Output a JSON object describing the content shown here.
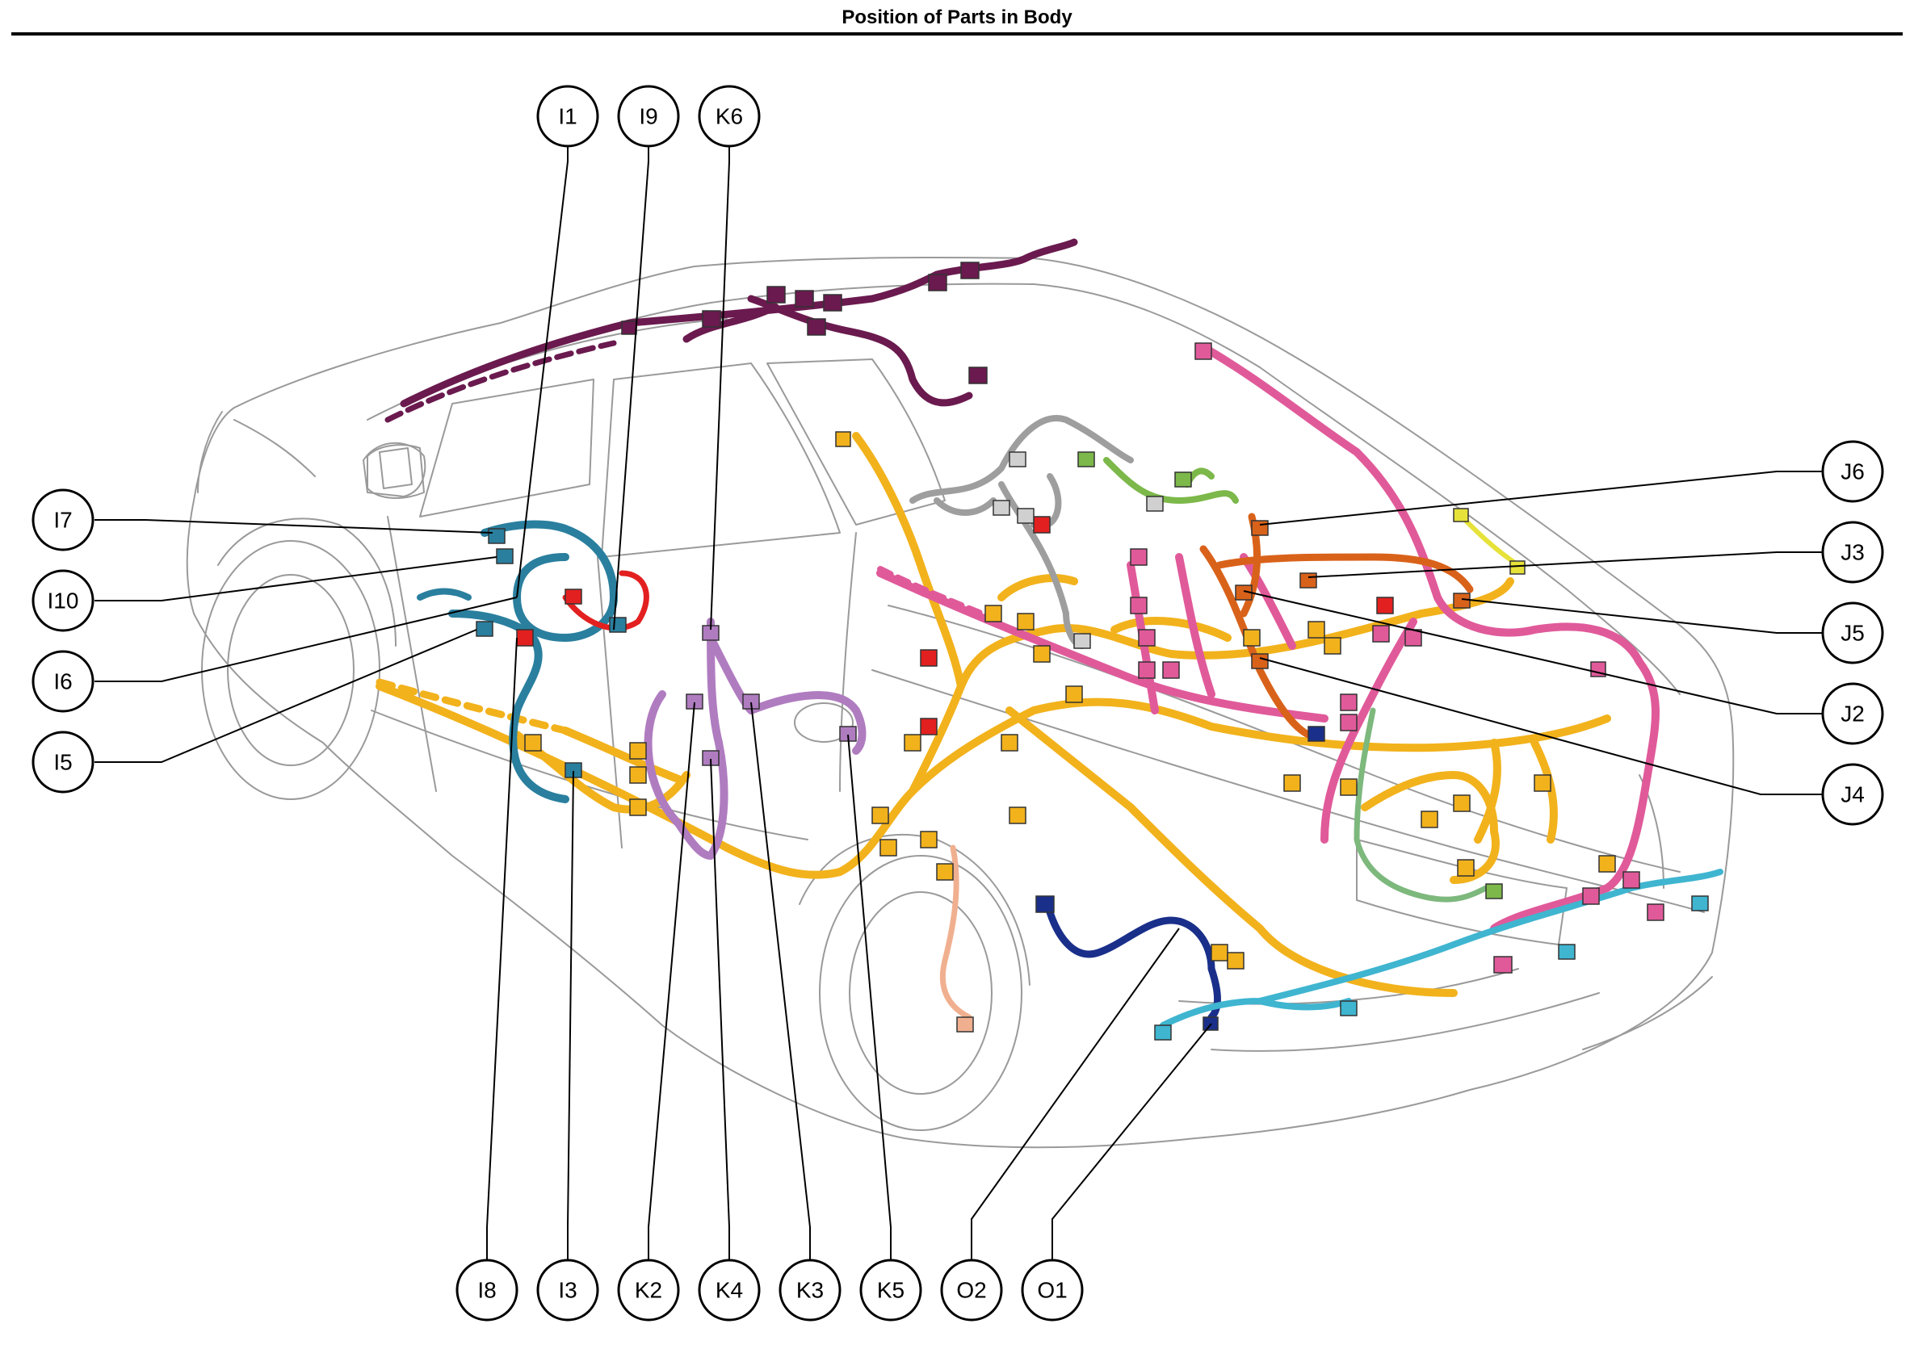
{
  "title": "Position of Parts in Body",
  "colors": {
    "outline": "#9a9a9a",
    "harness_yellow": "#f2b21c",
    "harness_pink": "#e05a9a",
    "harness_orange": "#d9621a",
    "harness_plum": "#6a1a4e",
    "harness_teal": "#2a7f9e",
    "harness_lilac": "#b07cc0",
    "harness_gray": "#9e9e9e",
    "harness_green": "#7cb84a",
    "harness_navy": "#1a2f8a",
    "harness_cyan": "#3fb5d0",
    "harness_red": "#e32020",
    "harness_peach": "#f0b090",
    "harness_sage": "#7db87d"
  },
  "callouts": [
    {
      "id": "I1",
      "label": "I1"
    },
    {
      "id": "I9",
      "label": "I9"
    },
    {
      "id": "K6",
      "label": "K6"
    },
    {
      "id": "I7",
      "label": "I7"
    },
    {
      "id": "I10",
      "label": "I10"
    },
    {
      "id": "I6",
      "label": "I6"
    },
    {
      "id": "I5",
      "label": "I5"
    },
    {
      "id": "J6",
      "label": "J6"
    },
    {
      "id": "J3",
      "label": "J3"
    },
    {
      "id": "J5",
      "label": "J5"
    },
    {
      "id": "J2",
      "label": "J2"
    },
    {
      "id": "J4",
      "label": "J4"
    },
    {
      "id": "I8",
      "label": "I8"
    },
    {
      "id": "I3",
      "label": "I3"
    },
    {
      "id": "K2",
      "label": "K2"
    },
    {
      "id": "K4",
      "label": "K4"
    },
    {
      "id": "K3",
      "label": "K3"
    },
    {
      "id": "K5",
      "label": "K5"
    },
    {
      "id": "O2",
      "label": "O2"
    },
    {
      "id": "O1",
      "label": "O1"
    }
  ]
}
